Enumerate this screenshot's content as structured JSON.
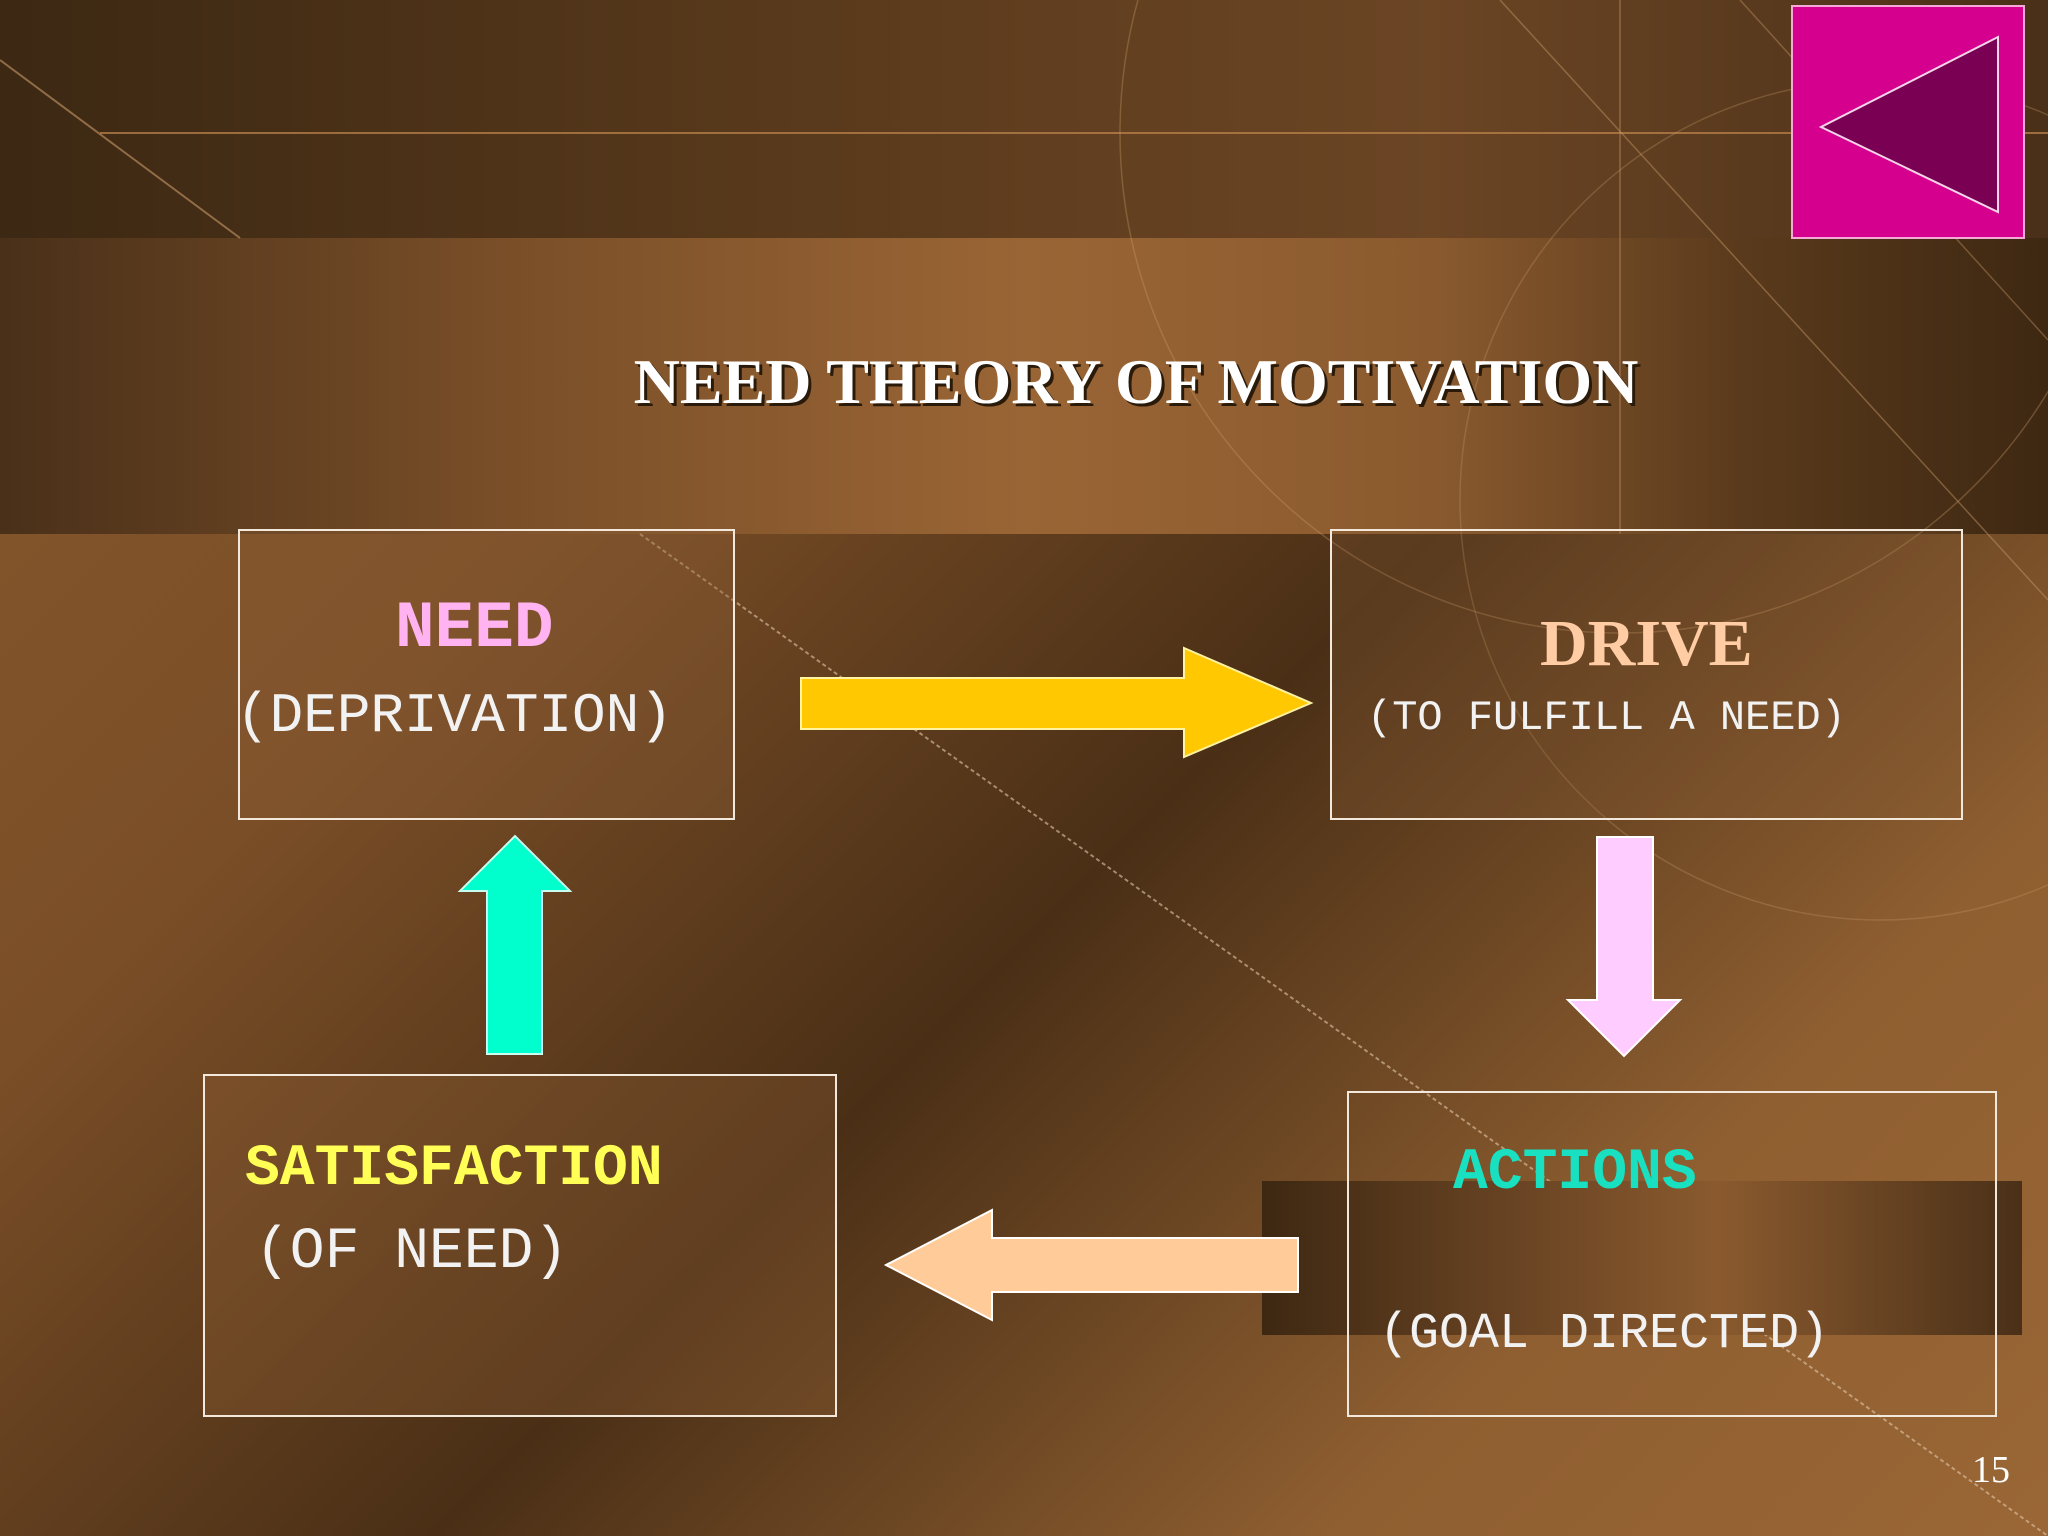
{
  "slide": {
    "title": "NEED THEORY OF MOTIVATION",
    "page_number": "15"
  },
  "nodes": {
    "need": {
      "heading": "NEED",
      "subtext": "(DEPRIVATION)",
      "color": "#ffb3f0"
    },
    "drive": {
      "heading": "DRIVE",
      "subtext": "(TO FULFILL A NEED)",
      "color": "#ffcca3"
    },
    "actions": {
      "heading": "ACTIONS",
      "subtext": "(GOAL DIRECTED)",
      "color": "#19e0c0"
    },
    "satisfaction": {
      "heading": "SATISFACTION",
      "subtext": "(OF NEED)",
      "color": "#ffff55"
    }
  },
  "arrows": {
    "need_to_drive": {
      "icon": "right-arrow-icon",
      "color": "#ffc800"
    },
    "drive_to_actions": {
      "icon": "down-arrow-icon",
      "color": "#ffccff"
    },
    "actions_to_satisfaction": {
      "icon": "left-arrow-icon",
      "color": "#ffcc99"
    },
    "satisfaction_to_need": {
      "icon": "up-arrow-icon",
      "color": "#00ffcc"
    }
  },
  "nav": {
    "icon": "back-triangle-icon",
    "color": "#d6008f"
  }
}
